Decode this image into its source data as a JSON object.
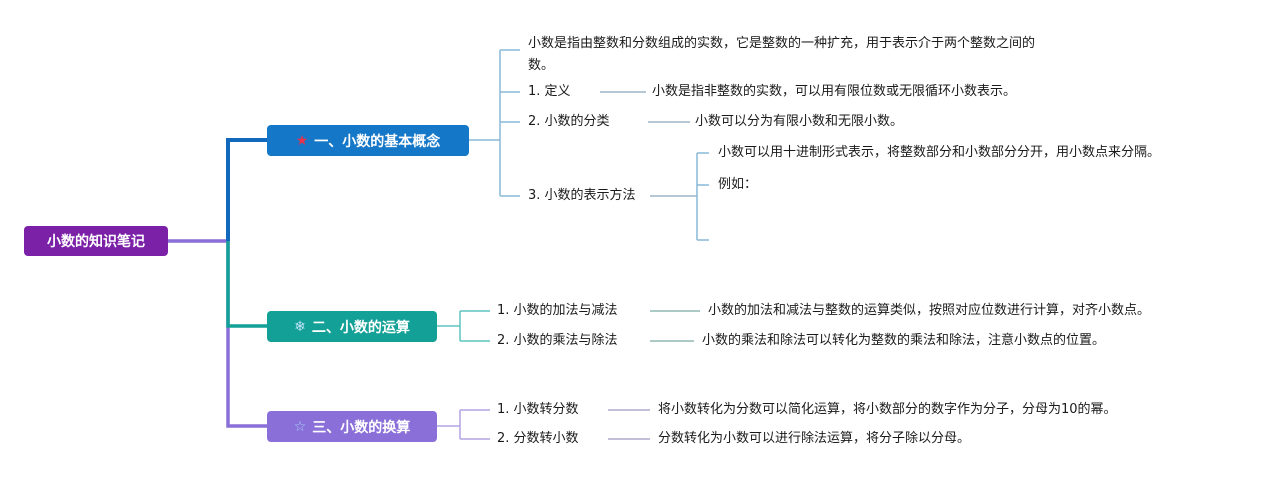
{
  "root": {
    "label": "小数的知识笔记"
  },
  "branches": [
    {
      "label": "一、小数的基本概念",
      "icon": {
        "glyph": "★",
        "color": "#e8334a"
      },
      "color": "#1577c8",
      "note": "小数是指由整数和分数组成的实数，它是整数的一种扩充，用于表示介于两个整数之间的数。",
      "children": [
        {
          "label": "1. 定义",
          "detail": "小数是指非整数的实数，可以用有限位数或无限循环小数表示。"
        },
        {
          "label": "2. 小数的分类",
          "detail": "小数可以分为有限小数和无限小数。"
        },
        {
          "label": "3. 小数的表示方法",
          "details": [
            "小数可以用十进制形式表示，将整数部分和小数部分分开，用小数点来分隔。",
            "例如："
          ]
        }
      ]
    },
    {
      "label": "二、小数的运算",
      "icon": {
        "glyph": "❄",
        "color": "#bfe3f7"
      },
      "color": "#13a096",
      "children": [
        {
          "label": "1. 小数的加法与减法",
          "detail": "小数的加法和减法与整数的运算类似，按照对应位数进行计算，对齐小数点。"
        },
        {
          "label": "2. 小数的乘法与除法",
          "detail": "小数的乘法和除法可以转化为整数的乘法和除法，注意小数点的位置。"
        }
      ]
    },
    {
      "label": "三、小数的换算",
      "icon": {
        "glyph": "☆",
        "color": "#a8d4f7"
      },
      "color": "#8a6fd8",
      "children": [
        {
          "label": "1. 小数转分数",
          "detail": "将小数转化为分数可以简化运算，将小数部分的数字作为分子，分母为10的幂。"
        },
        {
          "label": "2. 分数转小数",
          "detail": "分数转化为小数可以进行除法运算，将分子除以分母。"
        }
      ]
    }
  ],
  "palette": {
    "root": "#7b21a8",
    "branch1": "#1577c8",
    "branch1_trunk": "#1069bd",
    "branch1_child_line": "#8ab8da",
    "branch2": "#13a096",
    "branch2_child_line": "#5fc3bd",
    "branch3": "#8a6fd8",
    "branch3_child_line": "#b3a3e3",
    "background": "#ffffff",
    "text": "#1a1a1a"
  }
}
